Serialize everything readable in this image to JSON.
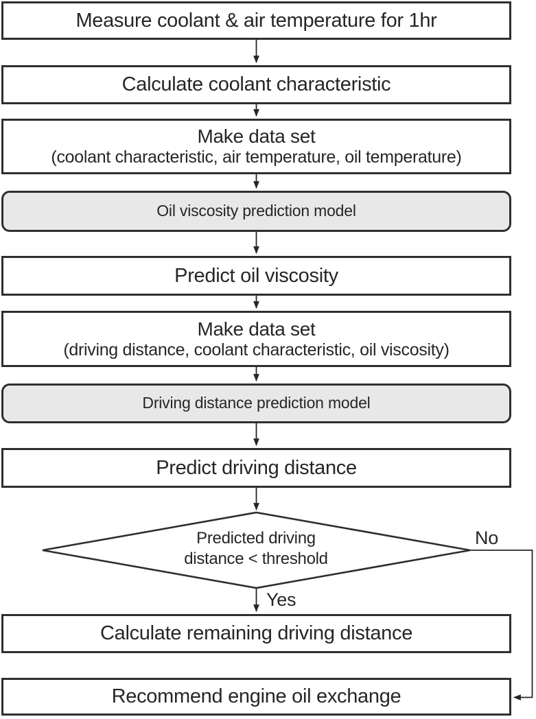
{
  "nodes": {
    "measure": "Measure coolant & air temperature for 1hr",
    "calculate_coolant": "Calculate coolant characteristic",
    "dataset_oil": {
      "line1": "Make data set",
      "line2": "(coolant characteristic, air temperature, oil temperature)"
    },
    "oil_model": "Oil viscosity prediction model",
    "predict_oil": "Predict oil viscosity",
    "dataset_driving": {
      "line1": "Make data set",
      "line2": "(driving distance, coolant characteristic, oil viscosity)"
    },
    "driving_model": "Driving distance prediction model",
    "predict_driving": "Predict driving distance",
    "decision": {
      "line1": "Predicted driving",
      "line2": "distance < threshold"
    },
    "calculate_remaining": "Calculate remaining driving distance",
    "recommend": "Recommend engine oil exchange"
  },
  "edge_labels": {
    "yes": "Yes",
    "no": "No"
  },
  "colors": {
    "box_border": "#2e2e2e",
    "model_fill": "#e8e8e8",
    "process_fill": "#ffffff",
    "text": "#262626",
    "background": "#ffffff"
  }
}
